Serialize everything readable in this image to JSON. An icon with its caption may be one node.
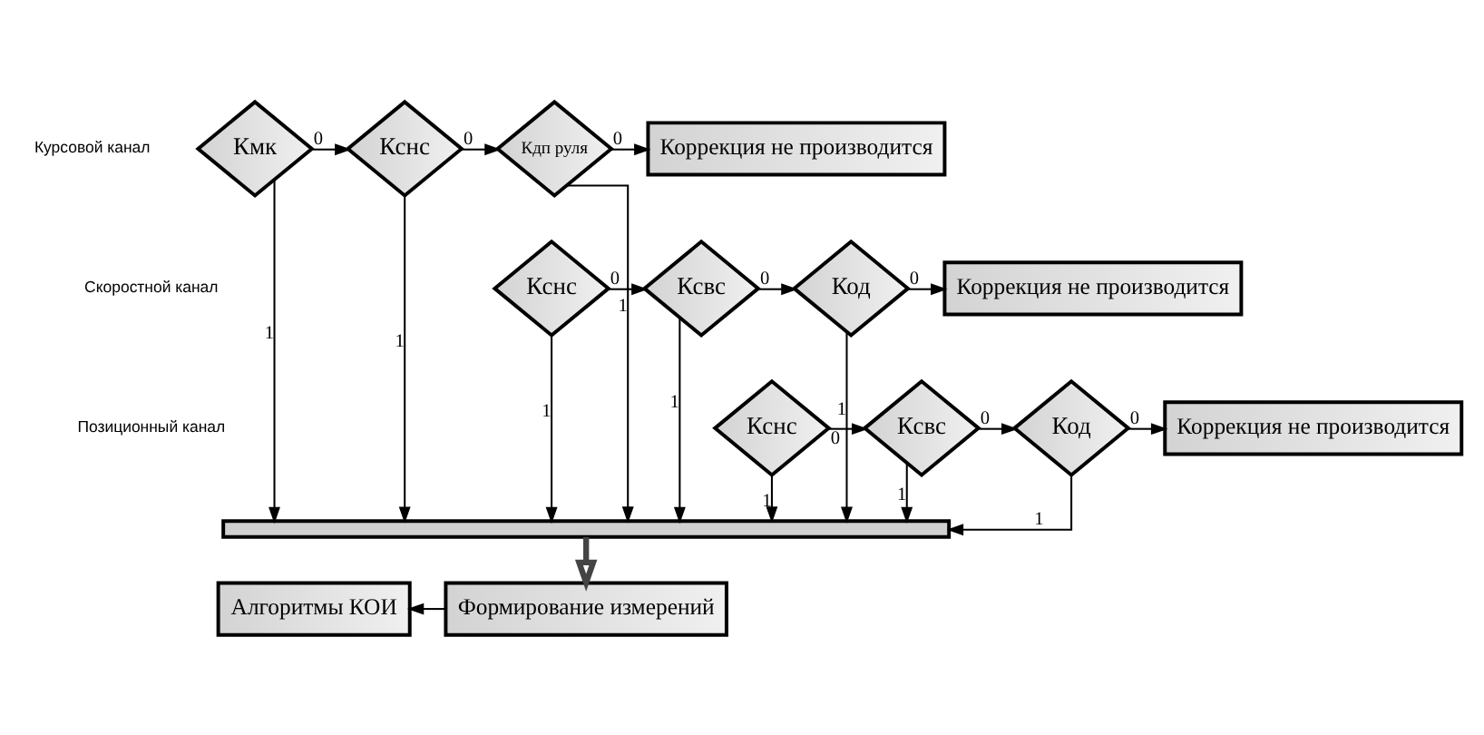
{
  "diagram": {
    "nodes": [
      {
        "text": [
          "Кмк"
        ]
      },
      {
        "text": [
          "Кснс"
        ]
      },
      {
        "text": [
          "Кдп руля"
        ]
      },
      {
        "text": [
          "Коррекция не производится"
        ]
      },
      {
        "text": [
          "Кснс"
        ]
      },
      {
        "text": [
          "Ксвс"
        ]
      },
      {
        "text": [
          "Код"
        ]
      },
      {
        "text": [
          "Коррекция не производится"
        ]
      },
      {
        "text": [
          "Кснс"
        ]
      },
      {
        "text": [
          "Ксвс"
        ]
      },
      {
        "text": [
          "Код"
        ]
      },
      {
        "text": [
          "Коррекция не производится"
        ]
      },
      {
        "text": [],
        "shape": "bar"
      },
      {
        "text": [
          "Формирование измерений"
        ]
      },
      {
        "text": [
          "Алгоритмы КОИ"
        ]
      }
    ],
    "edges": [
      {
        "from": 0,
        "to": 1,
        "arrow": "to",
        "label": "0"
      },
      {
        "from": 1,
        "to": 2,
        "arrow": "to",
        "label": "0"
      },
      {
        "from": 2,
        "to": 3,
        "arrow": "to",
        "label": "0"
      },
      {
        "from": 4,
        "to": 5,
        "arrow": "to",
        "label": "0"
      },
      {
        "from": 5,
        "to": 6,
        "arrow": "to",
        "label": "0"
      },
      {
        "from": 6,
        "to": 7,
        "arrow": "to",
        "label": "0"
      },
      {
        "from": 8,
        "to": 9,
        "arrow": "to",
        "label": "0"
      },
      {
        "from": 9,
        "to": 10,
        "arrow": "to",
        "label": "0"
      },
      {
        "from": 10,
        "to": 11,
        "arrow": "to",
        "label": "0"
      },
      {
        "from": 8,
        "to": 12,
        "arrow": "to",
        "label": "1"
      },
      {
        "from": 4,
        "to": 12,
        "arrow": "to",
        "label": "1"
      },
      {
        "from": 0,
        "to": 12,
        "arrow": "to",
        "label": "1"
      },
      {
        "from": 9,
        "to": 12,
        "arrow": "to",
        "label": "1"
      },
      {
        "from": 5,
        "to": 12,
        "arrow": "to",
        "label": "1"
      },
      {
        "from": 1,
        "to": 12,
        "arrow": "to",
        "label": "1"
      },
      {
        "from": 10,
        "to": 12,
        "arrow": "to",
        "label": "1"
      },
      {
        "from": 6,
        "to": 12,
        "arrow": "to",
        "label": "1"
      },
      {
        "from": 2,
        "to": 12,
        "arrow": "to",
        "label": "1"
      },
      {
        "from": 12,
        "to": 13,
        "arrow": "to",
        "style": "thick"
      },
      {
        "from": 13,
        "to": 14,
        "arrow": "to"
      }
    ],
    "labels": [
      "Курсовой канал",
      "Скоростной канал",
      "Позиционный канал"
    ]
  }
}
